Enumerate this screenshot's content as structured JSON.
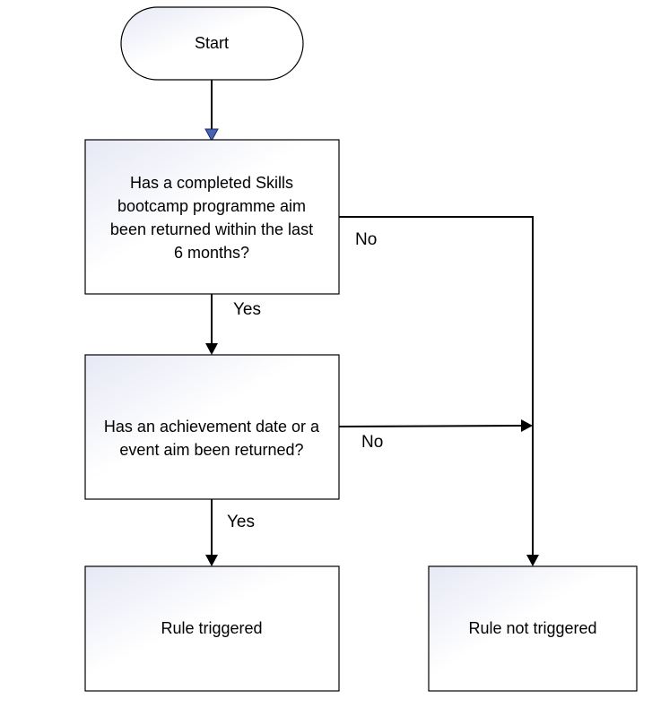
{
  "nodes": {
    "start": {
      "label": "Start"
    },
    "q1": {
      "lines": [
        "Has a completed Skills",
        "bootcamp programme aim",
        "been returned within the last",
        "6 months?"
      ]
    },
    "q2": {
      "lines": [
        "Has an achievement date or a",
        "event aim been returned?"
      ]
    },
    "triggered": {
      "label": "Rule triggered"
    },
    "not_triggered": {
      "label": "Rule not triggered"
    }
  },
  "edges": {
    "q1_yes": "Yes",
    "q1_no": "No",
    "q2_yes": "Yes",
    "q2_no": "No"
  },
  "colors": {
    "stroke": "#000000",
    "fill_start": "#e6e8f5",
    "fill_end": "#ffffff",
    "first_arrowhead": "#4a62b0"
  }
}
